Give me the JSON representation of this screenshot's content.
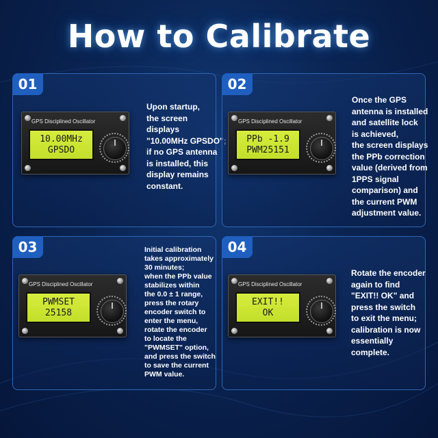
{
  "title": "How to Calibrate",
  "device_label": "GPS Disciplined Oscillator",
  "steps": [
    {
      "number": "01",
      "lcd": [
        "10.00MHz",
        "GPSDO"
      ],
      "text": [
        "Upon startup,",
        "the screen",
        "displays",
        "\"10.00MHz GPSDO\";",
        "if no GPS antenna",
        "is installed, this",
        "display remains",
        "constant."
      ]
    },
    {
      "number": "02",
      "lcd": [
        "PPb -1.9",
        "PWM25151"
      ],
      "text": [
        "Once the GPS",
        "antenna is installed",
        "and satellite lock",
        "is achieved,",
        "the screen displays",
        "the PPb correction",
        "value (derived from",
        "1PPS signal",
        "comparison) and",
        "the current PWM",
        "adjustment value."
      ]
    },
    {
      "number": "03",
      "lcd": [
        "PWMSET",
        "25158"
      ],
      "text": [
        "Initial calibration",
        "takes approximately",
        "30 minutes;",
        "when the PPb value",
        "stabilizes within",
        "the 0.0 ± 1 range,",
        "press the rotary",
        "encoder switch to",
        "enter the menu,",
        "rotate the encoder",
        "to locate the",
        "\"PWMSET\" option,",
        "and press the switch",
        "to save the current",
        "PWM value."
      ]
    },
    {
      "number": "04",
      "lcd": [
        "EXIT!!",
        "OK"
      ],
      "text": [
        "Rotate the encoder",
        "again to find",
        "\"EXIT!! OK\" and",
        "press the switch",
        "to exit the menu;",
        "calibration is now",
        "essentially",
        "complete."
      ]
    }
  ]
}
